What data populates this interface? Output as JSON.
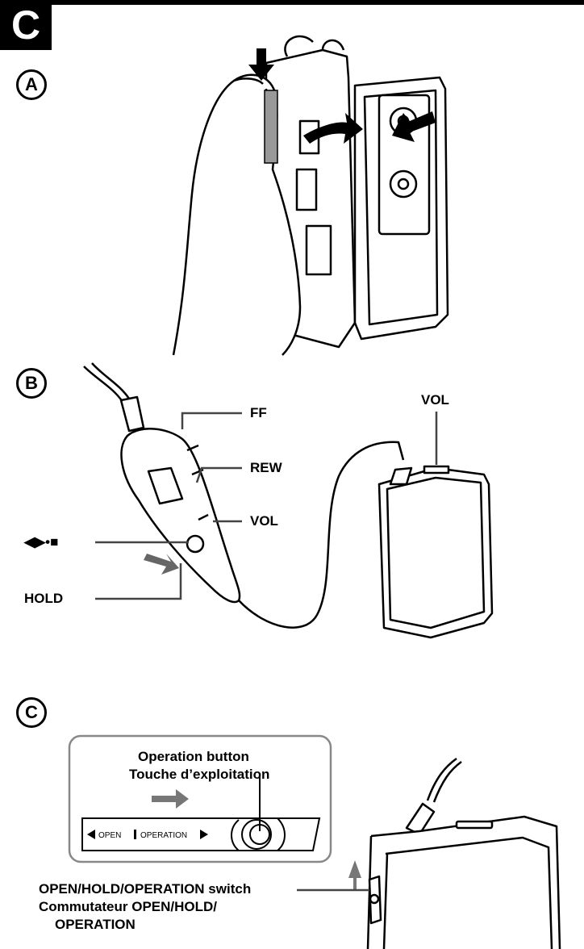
{
  "section_letter": "C",
  "panels": {
    "a": {
      "marker": "A"
    },
    "b": {
      "marker": "B",
      "labels": {
        "ff": "FF",
        "rew": "REW",
        "vol_remote": "VOL",
        "vol_player": "VOL",
        "play_stop": "◀▶•■",
        "hold": "HOLD"
      }
    },
    "c": {
      "marker": "C",
      "operation_button_en": "Operation button",
      "operation_button_fr": "Touche d’exploitation",
      "inset_open": "OPEN",
      "inset_operation": "OPERATION",
      "switch_label_line1": "OPEN/HOLD/OPERATION switch",
      "switch_label_line2": "Commutateur OPEN/HOLD/",
      "switch_label_line3": "OPERATION"
    }
  }
}
